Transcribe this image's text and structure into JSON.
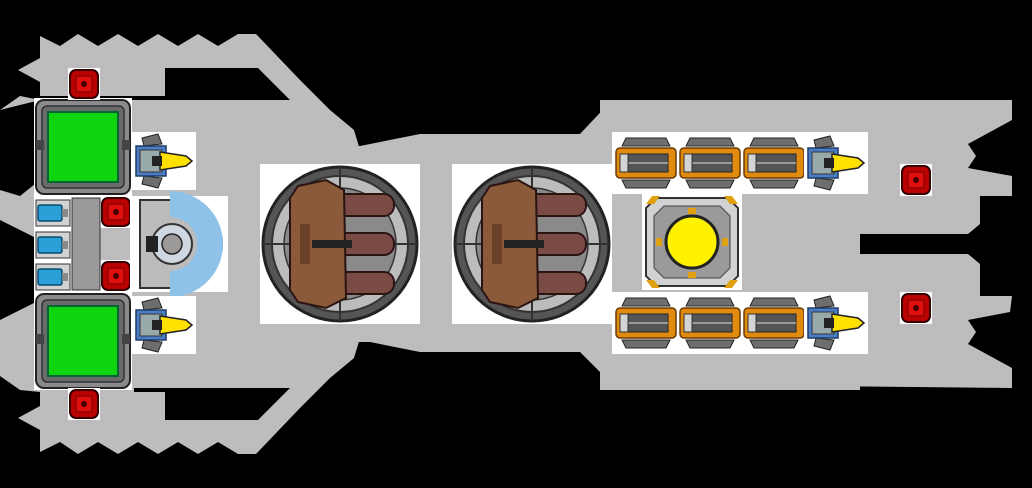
{
  "colors": {
    "background": "#000000",
    "hull": "#bdbdbd",
    "mount_bg": "#ffffff",
    "core_green": "#11d411",
    "core_frame": "#5a5a5a",
    "plate_light": "#d2d2d2",
    "plate_dark": "#6e6e6e",
    "thruster_yellow": "#ffe100",
    "thruster_blue": "#4a7fc7",
    "cannon_brown": "#8a5a3a",
    "barrel_brown": "#7a4a45",
    "turret_ring": "#555555",
    "rail_orange": "#e08a10",
    "reactor_yellow": "#fff200",
    "sensor_red": "#e01010",
    "dome_blue": "#8fc2e8",
    "battery_cyan": "#2a9fd8"
  },
  "ship_parts": [
    {
      "type": "command-core",
      "icon": "green-core-icon"
    },
    {
      "type": "command-core",
      "icon": "green-core-icon"
    },
    {
      "type": "cockpit-dome",
      "icon": "dome-icon"
    },
    {
      "type": "battery",
      "icon": "battery-icon"
    },
    {
      "type": "thruster",
      "icon": "thruster-icon"
    },
    {
      "type": "cannon-turret",
      "icon": "turret-icon"
    },
    {
      "type": "railgun",
      "icon": "rail-icon"
    },
    {
      "type": "reactor",
      "icon": "reactor-icon"
    },
    {
      "type": "sensor",
      "icon": "sensor-icon"
    }
  ]
}
